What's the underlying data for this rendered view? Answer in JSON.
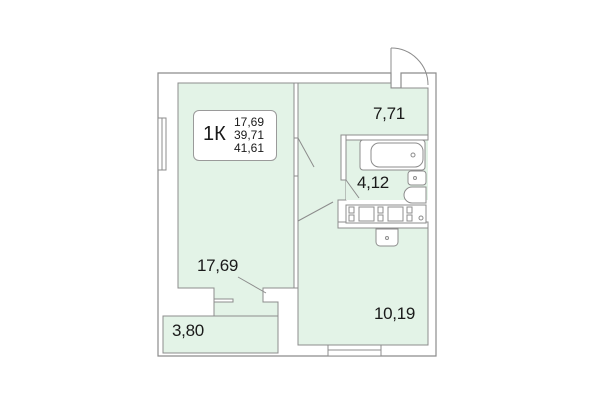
{
  "floor_plan": {
    "apartment_type": "1К",
    "areas_summary": [
      "17,69",
      "39,71",
      "41,61"
    ],
    "rooms": [
      {
        "id": "living-room",
        "area": "17,69"
      },
      {
        "id": "hallway",
        "area": "7,71"
      },
      {
        "id": "bathroom",
        "area": "4,12"
      },
      {
        "id": "kitchen",
        "area": "10,19"
      },
      {
        "id": "balcony",
        "area": "3,80"
      }
    ],
    "colors": {
      "room_fill": "#e3f3e7",
      "wall_stroke": "#8c8c8c",
      "wall_fill": "#ffffff",
      "text": "#1a1a1a"
    }
  }
}
